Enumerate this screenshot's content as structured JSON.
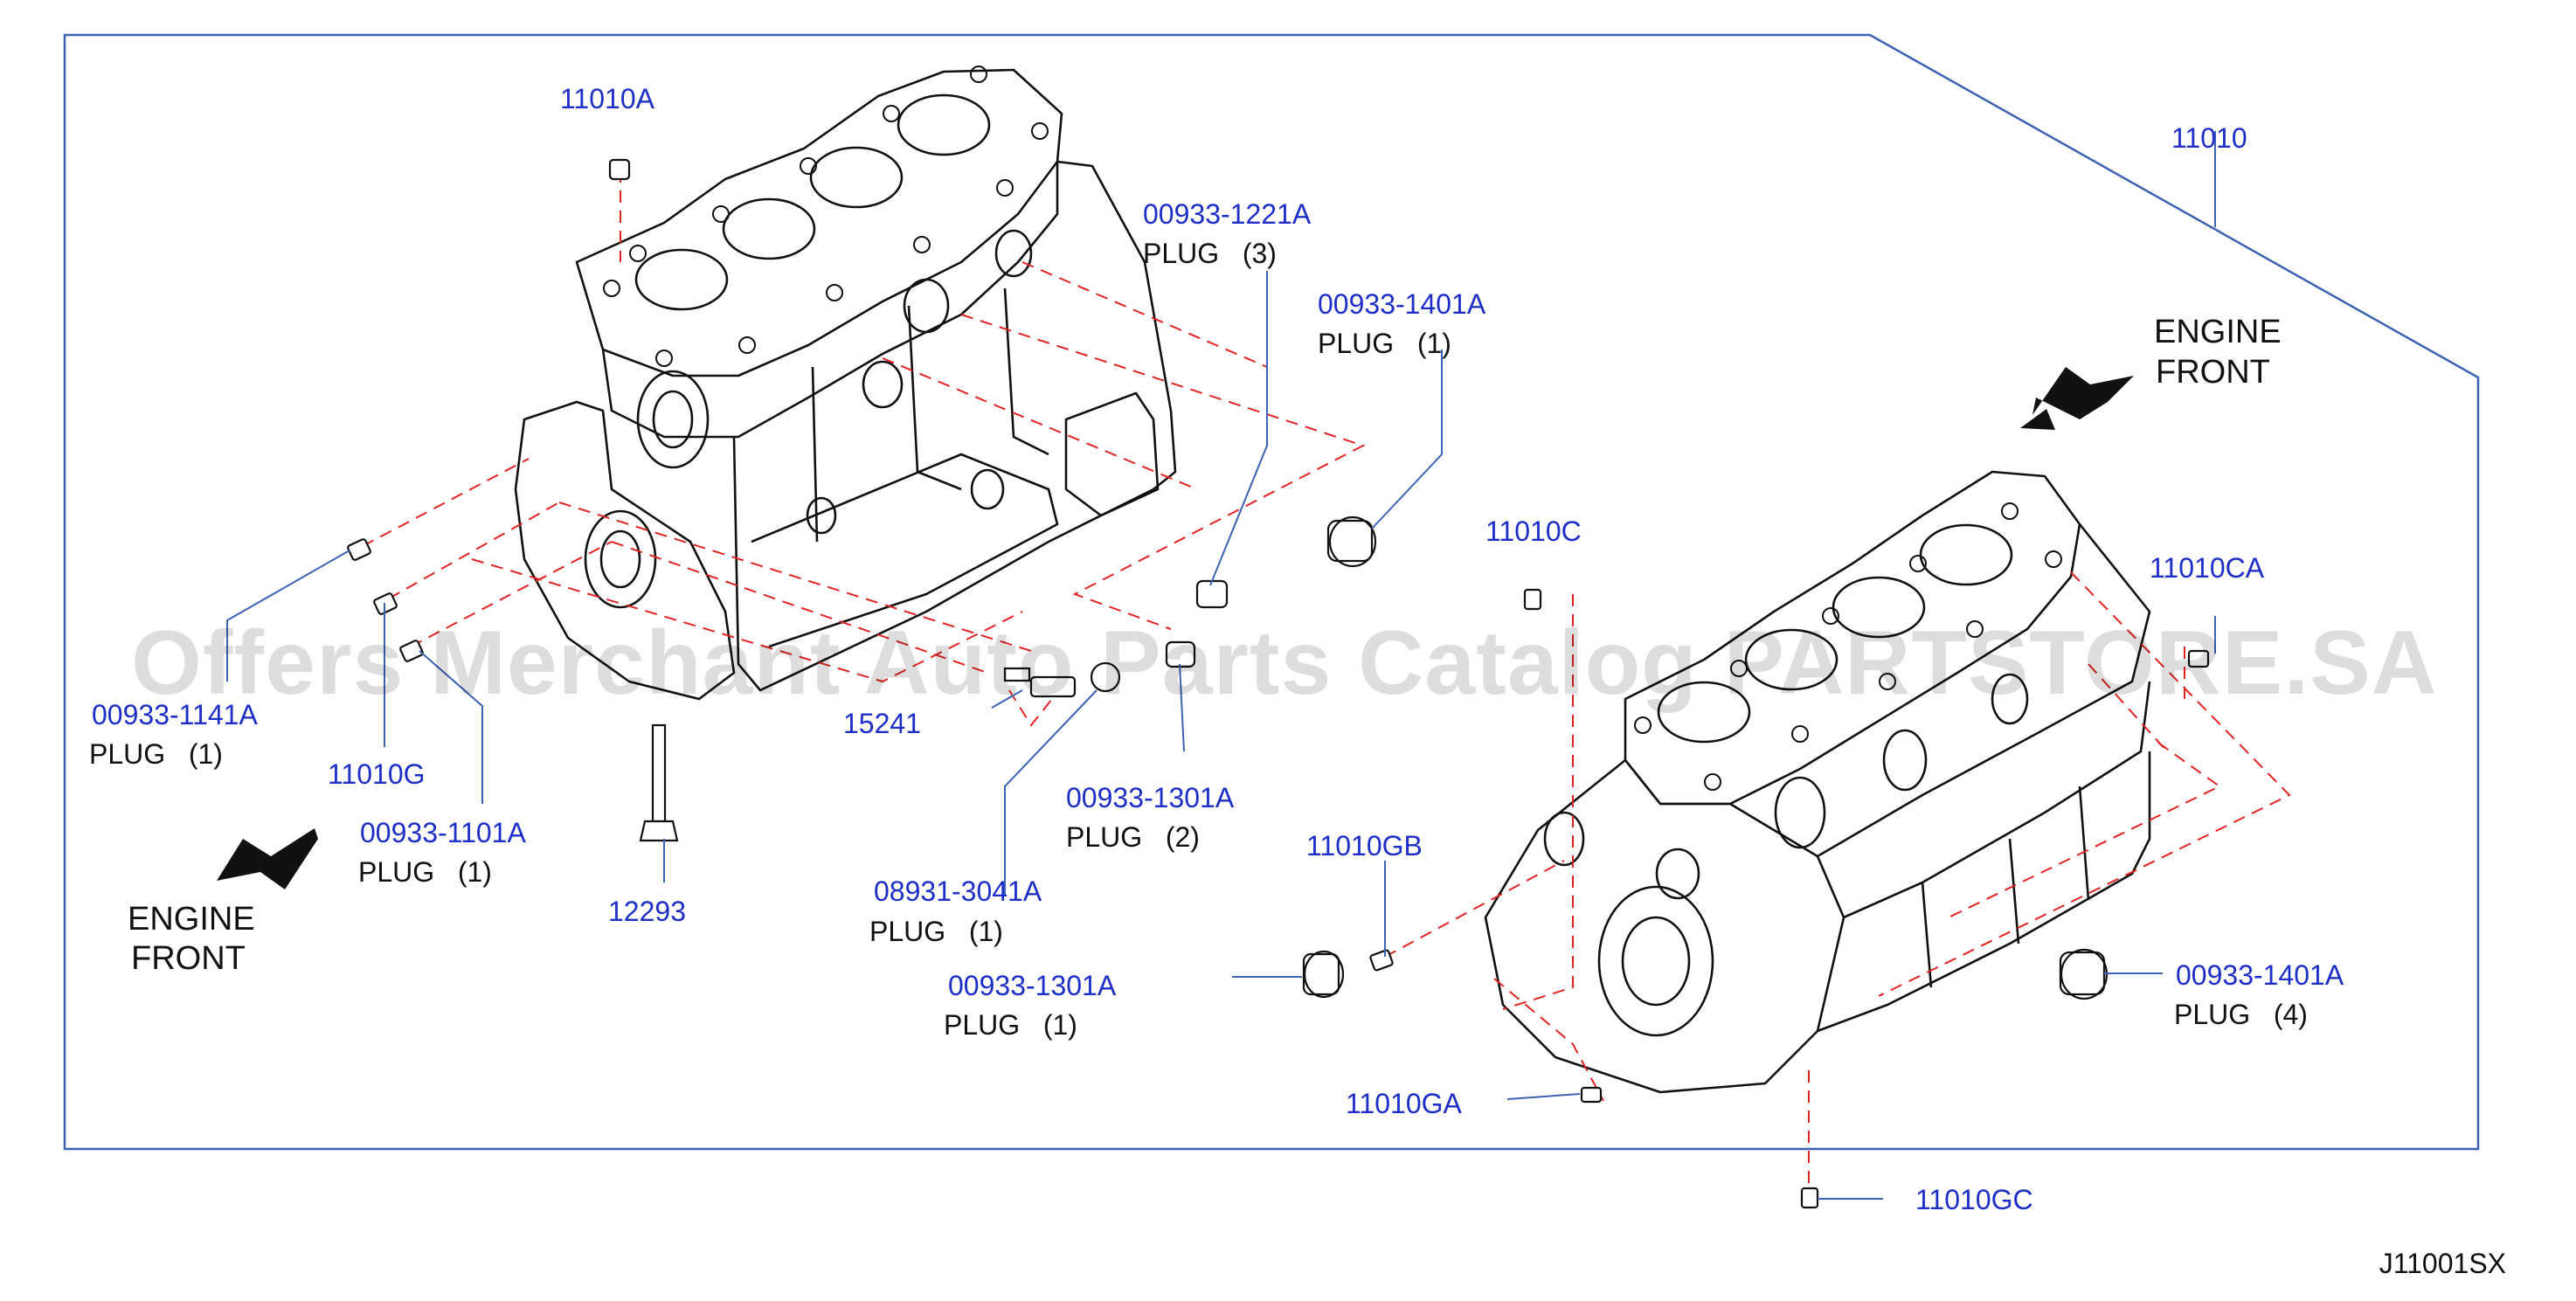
{
  "diagram": {
    "ref_code": "J11001SX",
    "watermark": "Offers Merchant Auto Parts Catalog PARTSTORE.SA",
    "engine_front_label_left": [
      "ENGINE",
      "FRONT"
    ],
    "engine_front_label_right": [
      "ENGINE",
      "FRONT"
    ],
    "callouts": [
      {
        "id": "c1",
        "part": "11010A",
        "desc": ""
      },
      {
        "id": "c2",
        "part": "11010",
        "desc": ""
      },
      {
        "id": "c3",
        "part": "00933-1221A",
        "desc": "PLUG   (3)"
      },
      {
        "id": "c4",
        "part": "00933-1401A",
        "desc": "PLUG   (1)"
      },
      {
        "id": "c5",
        "part": "11010C",
        "desc": ""
      },
      {
        "id": "c6",
        "part": "11010CA",
        "desc": ""
      },
      {
        "id": "c7",
        "part": "00933-1141A",
        "desc": "PLUG   (1)"
      },
      {
        "id": "c8",
        "part": "11010G",
        "desc": ""
      },
      {
        "id": "c9",
        "part": "00933-1101A",
        "desc": "PLUG   (1)"
      },
      {
        "id": "c10",
        "part": "15241",
        "desc": ""
      },
      {
        "id": "c11",
        "part": "00933-1301A",
        "desc": "PLUG   (2)"
      },
      {
        "id": "c12",
        "part": "12293",
        "desc": ""
      },
      {
        "id": "c13",
        "part": "08931-3041A",
        "desc": "PLUG   (1)"
      },
      {
        "id": "c14",
        "part": "11010GB",
        "desc": ""
      },
      {
        "id": "c15",
        "part": "00933-1301A",
        "desc": "PLUG   (1)"
      },
      {
        "id": "c16",
        "part": "11010GA",
        "desc": ""
      },
      {
        "id": "c17",
        "part": "00933-1401A",
        "desc": "PLUG   (4)"
      },
      {
        "id": "c18",
        "part": "11010GC",
        "desc": ""
      }
    ]
  }
}
